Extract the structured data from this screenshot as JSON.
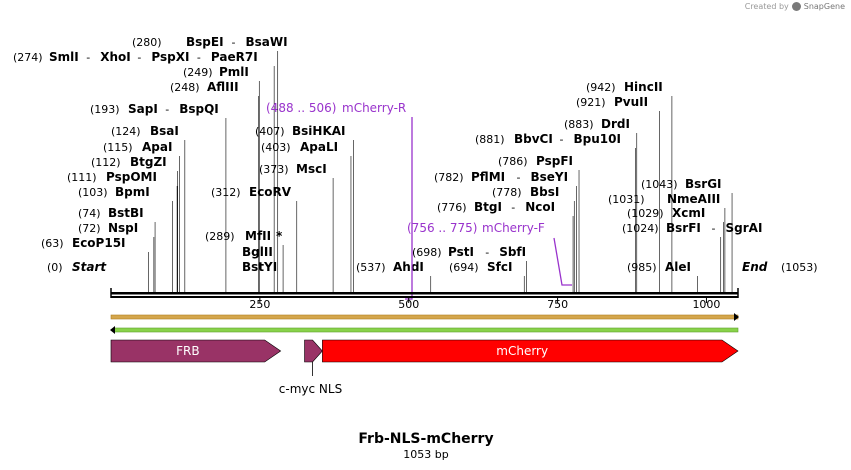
{
  "credit": {
    "prefix": "Created by",
    "brand": "SnapGene"
  },
  "map": {
    "name": "Frb-NLS-mCherry",
    "length_label": "1053 bp",
    "length": 1053,
    "start_label": "Start",
    "end_label": "End",
    "start_pos": "(0)",
    "end_pos": "(1053)",
    "ticks": [
      "250",
      "500",
      "750",
      "1000"
    ]
  },
  "sites": [
    {
      "pos": "(274)",
      "names": [
        "SmlI",
        "XhoI",
        "PspXI",
        "PaeR7I"
      ]
    },
    {
      "pos": "(280)",
      "names": [
        "BspEI",
        "BsaWI"
      ]
    },
    {
      "pos": "(249)",
      "names": [
        "PmlI"
      ]
    },
    {
      "pos": "(248)",
      "names": [
        "AflIII"
      ]
    },
    {
      "pos": "(193)",
      "names": [
        "SapI",
        "BspQI"
      ]
    },
    {
      "pos": "(124)",
      "names": [
        "BsaI"
      ]
    },
    {
      "pos": "(115)",
      "names": [
        "ApaI"
      ]
    },
    {
      "pos": "(112)",
      "names": [
        "BtgZI"
      ]
    },
    {
      "pos": "(111)",
      "names": [
        "PspOMI"
      ]
    },
    {
      "pos": "(103)",
      "names": [
        "BpmI"
      ]
    },
    {
      "pos": "(74)",
      "names": [
        "BstBI"
      ]
    },
    {
      "pos": "(72)",
      "names": [
        "NspI"
      ]
    },
    {
      "pos": "(63)",
      "names": [
        "EcoP15I"
      ]
    },
    {
      "pos": "(407)",
      "names": [
        "BsiHKAI"
      ]
    },
    {
      "pos": "(403)",
      "names": [
        "ApaLI"
      ]
    },
    {
      "pos": "(373)",
      "names": [
        "MscI"
      ]
    },
    {
      "pos": "(312)",
      "names": [
        "EcoRV"
      ]
    },
    {
      "pos": "(289)",
      "names": [
        "MfII",
        "BglII",
        "BstYI"
      ],
      "star": "*"
    },
    {
      "pos": "(537)",
      "names": [
        "AhdI"
      ]
    },
    {
      "pos": "(698)",
      "names": [
        "PstI",
        "SbfI"
      ]
    },
    {
      "pos": "(694)",
      "names": [
        "SfcI"
      ]
    },
    {
      "pos": "(786)",
      "names": [
        "PspFI"
      ]
    },
    {
      "pos": "(782)",
      "names": [
        "PflMI",
        "BseYI"
      ]
    },
    {
      "pos": "(778)",
      "names": [
        "BbsI"
      ]
    },
    {
      "pos": "(776)",
      "names": [
        "BtgI",
        "NcoI"
      ]
    },
    {
      "pos": "(881)",
      "names": [
        "BbvCI",
        "Bpu10I"
      ]
    },
    {
      "pos": "(883)",
      "names": [
        "DrdI"
      ]
    },
    {
      "pos": "(942)",
      "names": [
        "HincII"
      ]
    },
    {
      "pos": "(921)",
      "names": [
        "PvuII"
      ]
    },
    {
      "pos": "(1043)",
      "names": [
        "BsrGI"
      ]
    },
    {
      "pos": "(1031)",
      "names": [
        "NmeAIII"
      ]
    },
    {
      "pos": "(1029)",
      "names": [
        "XcmI"
      ]
    },
    {
      "pos": "(1024)",
      "names": [
        "BsrFI",
        "SgrAI"
      ]
    },
    {
      "pos": "(985)",
      "names": [
        "AleI"
      ]
    }
  ],
  "primers": [
    {
      "range": "(488 .. 506)",
      "name": "mCherry-R",
      "color": "#9933cc"
    },
    {
      "range": "(756 .. 775)",
      "name": "mCherry-F",
      "color": "#9933cc"
    }
  ],
  "features": [
    {
      "name": "FRB",
      "start": 0,
      "end": 285,
      "color": "#993366"
    },
    {
      "name": "c-myc NLS",
      "start": 325,
      "end": 355,
      "color": "#993366"
    },
    {
      "name": "mCherry",
      "start": 355,
      "end": 1053,
      "color": "#ff0000"
    }
  ],
  "colors": {
    "orf": "#d4a64c",
    "orf2": "#88d24a",
    "primer": "#9933cc"
  }
}
